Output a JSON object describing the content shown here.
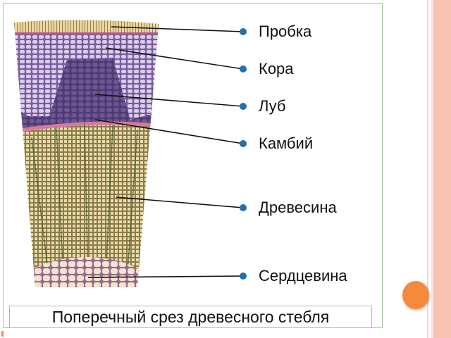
{
  "labels": [
    "Пробка",
    "Кора",
    "Луб",
    "Камбий",
    "Древесина",
    "Сердцевина"
  ],
  "caption": "Поперечный срез древесного стебля",
  "colors": {
    "accent_circle": "#f58a3c",
    "frame": "#9cc79a",
    "stripe": "#f6c3b2",
    "bullet": "#1f6fb3"
  }
}
